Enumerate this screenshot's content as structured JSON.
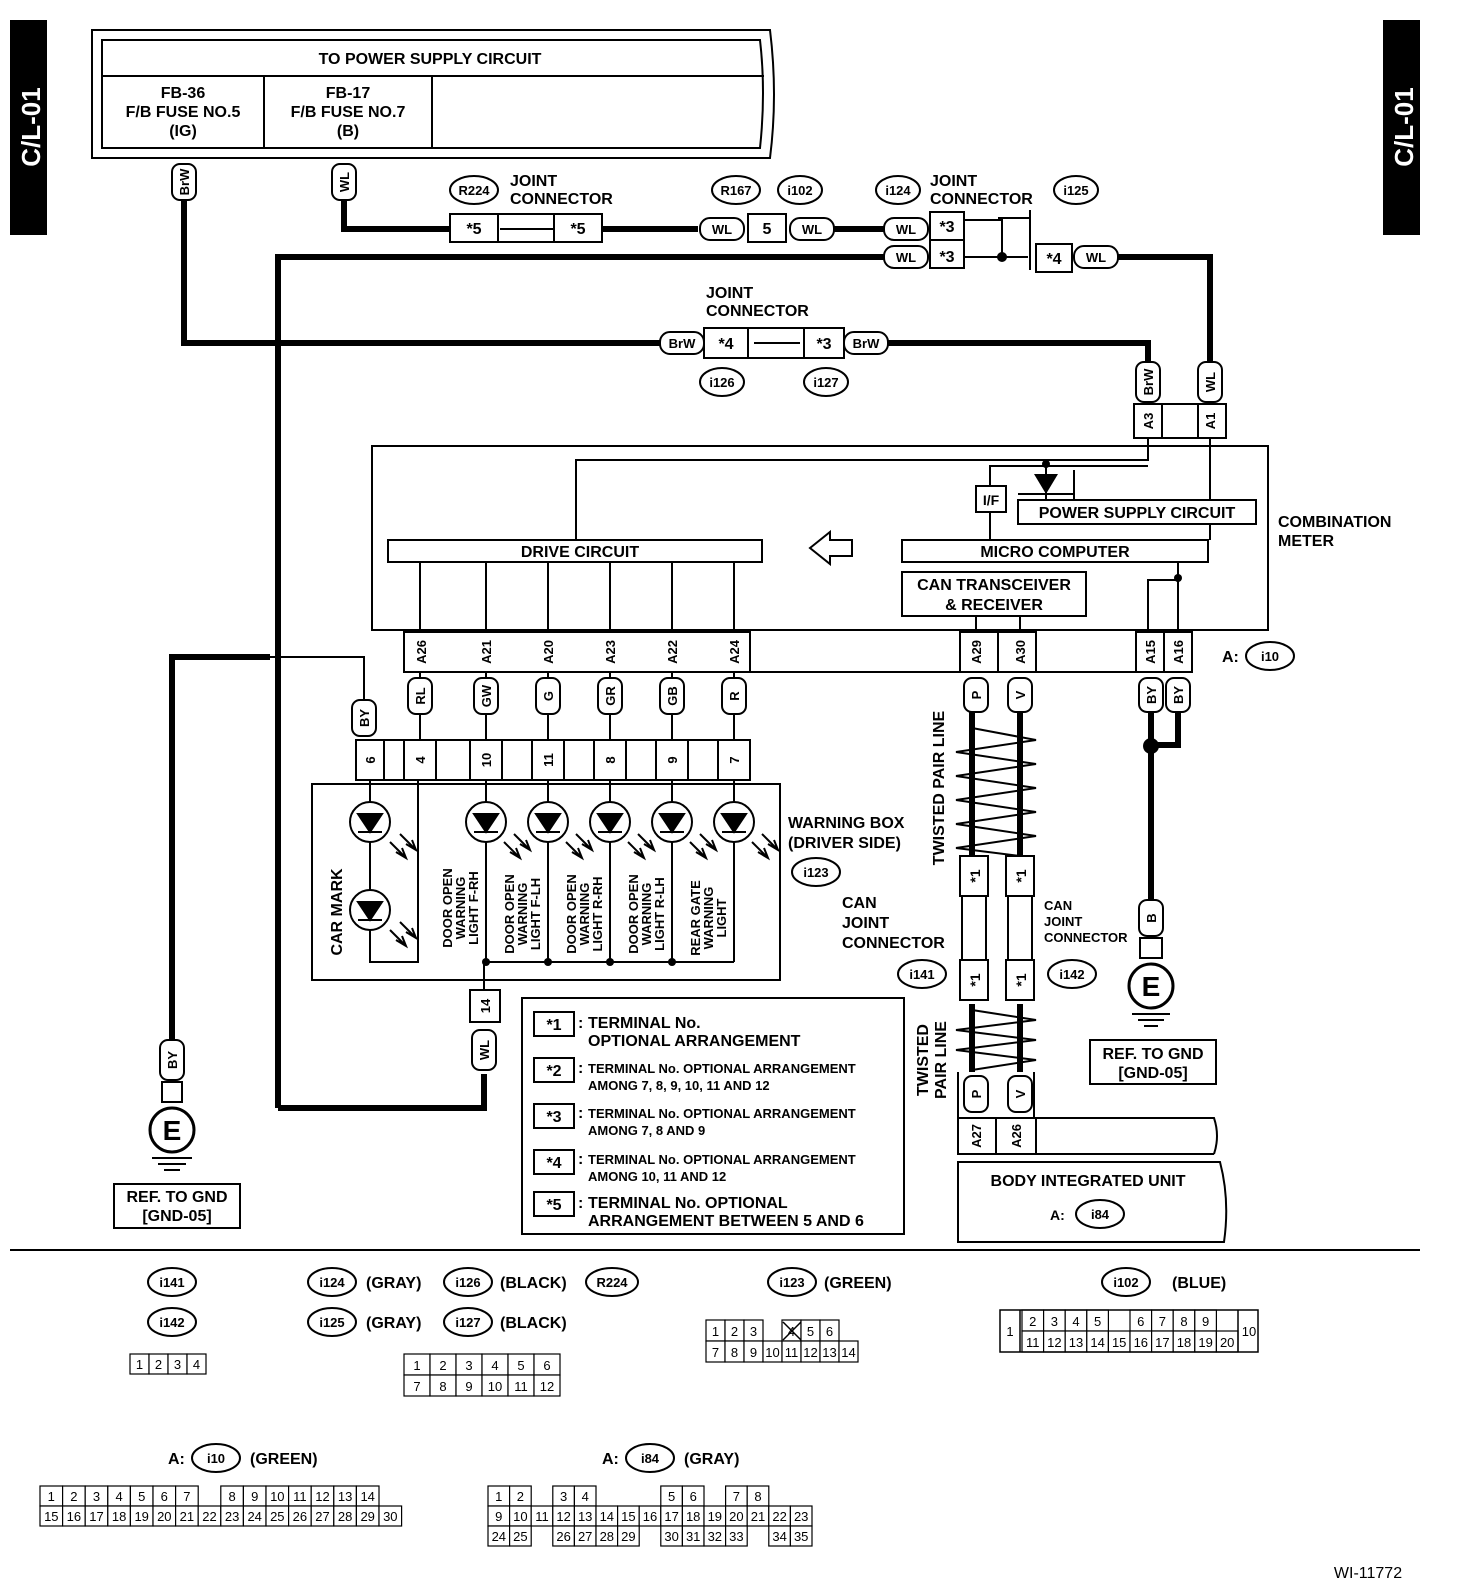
{
  "page_tag": "C/L-01",
  "figure_id": "WI-11772",
  "power_supply": {
    "title": "TO POWER SUPPLY CIRCUIT",
    "fuse1": [
      "FB-36",
      "F/B FUSE NO.5",
      "(IG)"
    ],
    "fuse2": [
      "FB-17",
      "F/B FUSE NO.7",
      "(B)"
    ]
  },
  "wire_colors": {
    "brw": "BrW",
    "wl": "WL",
    "by": "BY",
    "b": "B",
    "rl": "RL",
    "gw": "GW",
    "g": "G",
    "gr": "GR",
    "gb": "GB",
    "r": "R",
    "p": "P",
    "v": "V"
  },
  "connectors": {
    "r224": "R224",
    "r167": "R167",
    "i102": "i102",
    "i124": "i124",
    "i125": "i125",
    "i126": "i126",
    "i127": "i127",
    "i10": "i10",
    "i123": "i123",
    "i141": "i141",
    "i142": "i142",
    "i84": "i84"
  },
  "labels": {
    "joint_connector_1": "JOINT",
    "joint_connector_2": "CONNECTOR",
    "can_1": "CAN",
    "can_2": "JOINT",
    "can_3": "CONNECTOR",
    "combination_meter_1": "COMBINATION",
    "combination_meter_2": "METER",
    "power_supply_circuit": "POWER SUPPLY CIRCUIT",
    "drive_circuit": "DRIVE CIRCUIT",
    "micro_computer": "MICRO COMPUTER",
    "can_transceiver_1": "CAN TRANSCEIVER",
    "can_transceiver_2": "& RECEIVER",
    "if": "I/F",
    "a_prefix": "A:",
    "warning_box_1": "WARNING BOX",
    "warning_box_2": "(DRIVER SIDE)",
    "twisted_pair_line": "TWISTED PAIR LINE",
    "twisted_pair": "TWISTED",
    "pair_line": "PAIR LINE",
    "body_integrated_unit": "BODY INTEGRATED UNIT",
    "ref_gnd_1": "REF. TO GND",
    "ref_gnd_2": "[GND-05]",
    "ground_symbol": "E",
    "car_mark": "CAR MARK",
    "door_frh": [
      "DOOR OPEN",
      "WARNING",
      "LIGHT F-RH"
    ],
    "door_flh": [
      "DOOR OPEN",
      "WARNING",
      "LIGHT F-LH"
    ],
    "door_rrh": [
      "DOOR OPEN",
      "WARNING",
      "LIGHT R-RH"
    ],
    "door_rlh": [
      "DOOR OPEN",
      "WARNING",
      "LIGHT R-LH"
    ],
    "rear_gate": [
      "REAR GATE",
      "WARNING",
      "LIGHT"
    ]
  },
  "terminals": {
    "a26": "A26",
    "a21": "A21",
    "a20": "A20",
    "a23": "A23",
    "a22": "A22",
    "a24": "A24",
    "a29": "A29",
    "a30": "A30",
    "a15": "A15",
    "a16": "A16",
    "a3": "A3",
    "a1": "A1",
    "a27": "A27",
    "a26b": "A26",
    "n6": "6",
    "n4": "4",
    "n10": "10",
    "n11": "11",
    "n8": "8",
    "n9": "9",
    "n7": "7",
    "n14": "14",
    "n5": "5",
    "s1": "*1",
    "s3": "*3",
    "s4": "*4",
    "s5": "*5"
  },
  "legend": [
    {
      "key": "*1",
      "text": [
        "TERMINAL No.",
        "OPTIONAL ARRANGEMENT"
      ]
    },
    {
      "key": "*2",
      "text": [
        "TERMINAL No. OPTIONAL ARRANGEMENT",
        "AMONG 7, 8, 9, 10, 11 AND 12"
      ]
    },
    {
      "key": "*3",
      "text": [
        "TERMINAL No. OPTIONAL ARRANGEMENT",
        "AMONG 7, 8 AND 9"
      ]
    },
    {
      "key": "*4",
      "text": [
        "TERMINAL No. OPTIONAL ARRANGEMENT",
        "AMONG 10, 11 AND 12"
      ]
    },
    {
      "key": "*5",
      "text": [
        "TERMINAL No. OPTIONAL",
        "ARRANGEMENT BETWEEN 5 AND 6"
      ]
    }
  ],
  "connector_colors": {
    "gray": "(GRAY)",
    "black": "(BLACK)",
    "green": "(GREEN)",
    "blue": "(BLUE)"
  },
  "pinouts": {
    "i141": [
      [
        "1",
        "2",
        "3",
        "4"
      ]
    ],
    "i124": [
      [
        "1",
        "2",
        "3",
        "4",
        "5",
        "6"
      ],
      [
        "7",
        "8",
        "9",
        "10",
        "11",
        "12"
      ]
    ],
    "i123": [
      [
        "1",
        "2",
        "3",
        "",
        "4",
        "5",
        "6"
      ],
      [
        "7",
        "8",
        "9",
        "10",
        "11",
        "12",
        "13",
        "14"
      ]
    ],
    "i102_left": "1",
    "i102_right": "10",
    "i102": [
      [
        "2",
        "3",
        "4",
        "5",
        "",
        "6",
        "7",
        "8",
        "9"
      ],
      [
        "11",
        "12",
        "13",
        "14",
        "15",
        "16",
        "17",
        "18",
        "19",
        "20"
      ]
    ],
    "i10": [
      [
        "1",
        "2",
        "3",
        "4",
        "5",
        "6",
        "7",
        "",
        "8",
        "9",
        "10",
        "11",
        "12",
        "13",
        "14"
      ],
      [
        "15",
        "16",
        "17",
        "18",
        "19",
        "20",
        "21",
        "22",
        "23",
        "24",
        "25",
        "26",
        "27",
        "28",
        "29",
        "30"
      ]
    ],
    "i84": [
      [
        "1",
        "2",
        "",
        "3",
        "4",
        "",
        "",
        "",
        "5",
        "6",
        "",
        "7",
        "8"
      ],
      [
        "9",
        "10",
        "11",
        "12",
        "13",
        "14",
        "15",
        "16",
        "17",
        "18",
        "19",
        "20",
        "21",
        "22",
        "23"
      ],
      [
        "24",
        "25",
        "",
        "26",
        "27",
        "28",
        "29",
        "",
        "30",
        "31",
        "32",
        "33",
        "",
        "34",
        "35"
      ]
    ]
  }
}
